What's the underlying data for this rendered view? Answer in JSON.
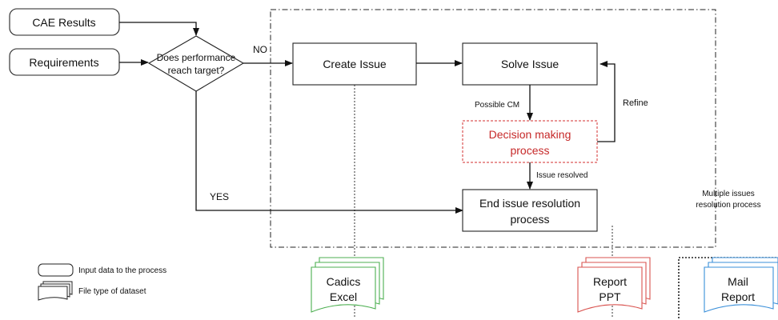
{
  "inputs": {
    "cae_results": "CAE Results",
    "requirements": "Requirements"
  },
  "decision": {
    "line1": "Does performance",
    "line2": "reach target?",
    "no_label": "NO",
    "yes_label": "YES"
  },
  "process": {
    "create_issue": "Create Issue",
    "solve_issue": "Solve Issue",
    "possible_cm": "Possible CM",
    "refine": "Refine",
    "decision_making_line1": "Decision making",
    "decision_making_line2": "process",
    "issue_resolved": "Issue resolved",
    "end_line1": "End issue resolution",
    "end_line2": "process"
  },
  "side_note": {
    "line1": "Multiple issues",
    "line2": "resolution process"
  },
  "legend": {
    "input_data": "Input data to the process",
    "file_type": "File type of dataset"
  },
  "files": {
    "cadics_line1": "Cadics",
    "cadics_line2": "Excel",
    "report_line1": "Report",
    "report_line2": "PPT",
    "mail_line1": "Mail",
    "mail_line2": "Report"
  },
  "colors": {
    "decision_red": "#d32f2f",
    "cadics_green": "#4caf50",
    "report_red": "#d9534f",
    "mail_blue": "#3a8fd9"
  }
}
